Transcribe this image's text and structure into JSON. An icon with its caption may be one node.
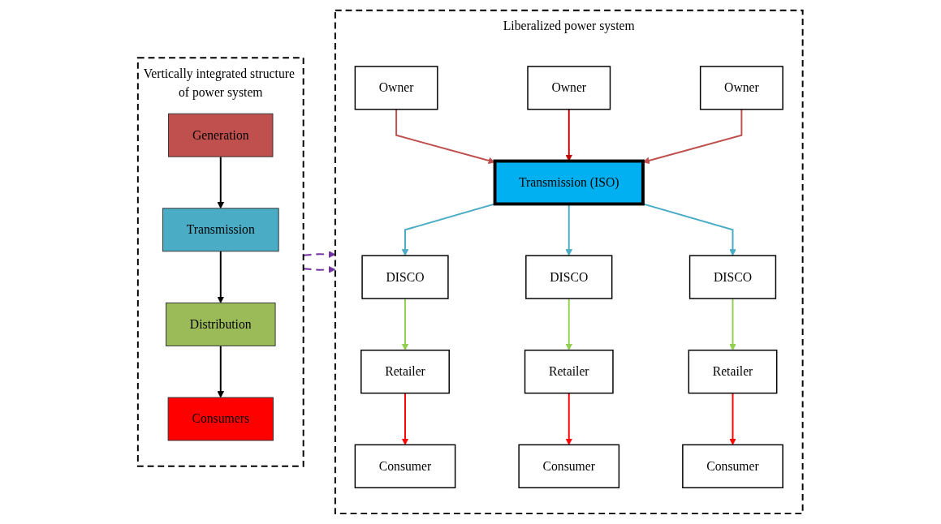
{
  "diagram": {
    "nodes": [
      {
        "text": [
          "Vertically integrated structure of power system"
        ]
      },
      {
        "text": [
          "Generation"
        ],
        "in": 0
      },
      {
        "text": [
          "Transmission"
        ],
        "in": 0
      },
      {
        "text": [
          "Distribution"
        ],
        "in": 0
      },
      {
        "text": [
          "Consumers"
        ],
        "in": 0
      },
      {
        "text": [
          "Liberalized power system"
        ]
      },
      {
        "text": [
          "Owner"
        ],
        "in": 5
      },
      {
        "text": [
          "Owner"
        ],
        "in": 5
      },
      {
        "text": [
          "Owner"
        ],
        "in": 5
      },
      {
        "text": [
          "Transmission (ISO)"
        ],
        "in": 5
      },
      {
        "text": [
          "DISCO"
        ],
        "in": 5
      },
      {
        "text": [
          "DISCO"
        ],
        "in": 5
      },
      {
        "text": [
          "DISCO"
        ],
        "in": 5
      },
      {
        "text": [
          "Retailer"
        ],
        "in": 5
      },
      {
        "text": [
          "Retailer"
        ],
        "in": 5
      },
      {
        "text": [
          "Retailer"
        ],
        "in": 5
      },
      {
        "text": [
          "Consumer"
        ],
        "in": 5
      },
      {
        "text": [
          "Consumer"
        ],
        "in": 5
      },
      {
        "text": [
          "Consumer"
        ],
        "in": 5
      }
    ],
    "edges": [
      {
        "from": 1,
        "to": 2,
        "arrow": "to"
      },
      {
        "from": 2,
        "to": 3,
        "arrow": "to"
      },
      {
        "from": 3,
        "to": 4,
        "arrow": "to"
      },
      {
        "from": 0,
        "to": 5,
        "arrow": "to",
        "style": "dashed",
        "color": "#7030a0"
      },
      {
        "from": 0,
        "to": 5,
        "arrow": "to",
        "style": "dashed",
        "color": "#7030a0"
      },
      {
        "from": 6,
        "to": 9,
        "arrow": "to",
        "color": "#c0504d"
      },
      {
        "from": 7,
        "to": 9,
        "arrow": "to",
        "color": "#c00000"
      },
      {
        "from": 8,
        "to": 9,
        "arrow": "to",
        "color": "#c0504d"
      },
      {
        "from": 9,
        "to": 10,
        "arrow": "to",
        "color": "#4bacc6"
      },
      {
        "from": 9,
        "to": 11,
        "arrow": "to",
        "color": "#4bacc6"
      },
      {
        "from": 9,
        "to": 12,
        "arrow": "to",
        "color": "#4bacc6"
      },
      {
        "from": 10,
        "to": 13,
        "arrow": "to",
        "color": "#92d050"
      },
      {
        "from": 11,
        "to": 14,
        "arrow": "to",
        "color": "#92d050"
      },
      {
        "from": 12,
        "to": 15,
        "arrow": "to",
        "color": "#92d050"
      },
      {
        "from": 13,
        "to": 16,
        "arrow": "to",
        "color": "#ff0000"
      },
      {
        "from": 14,
        "to": 17,
        "arrow": "to",
        "color": "#ff0000"
      },
      {
        "from": 15,
        "to": 18,
        "arrow": "to",
        "color": "#ff0000"
      }
    ]
  }
}
